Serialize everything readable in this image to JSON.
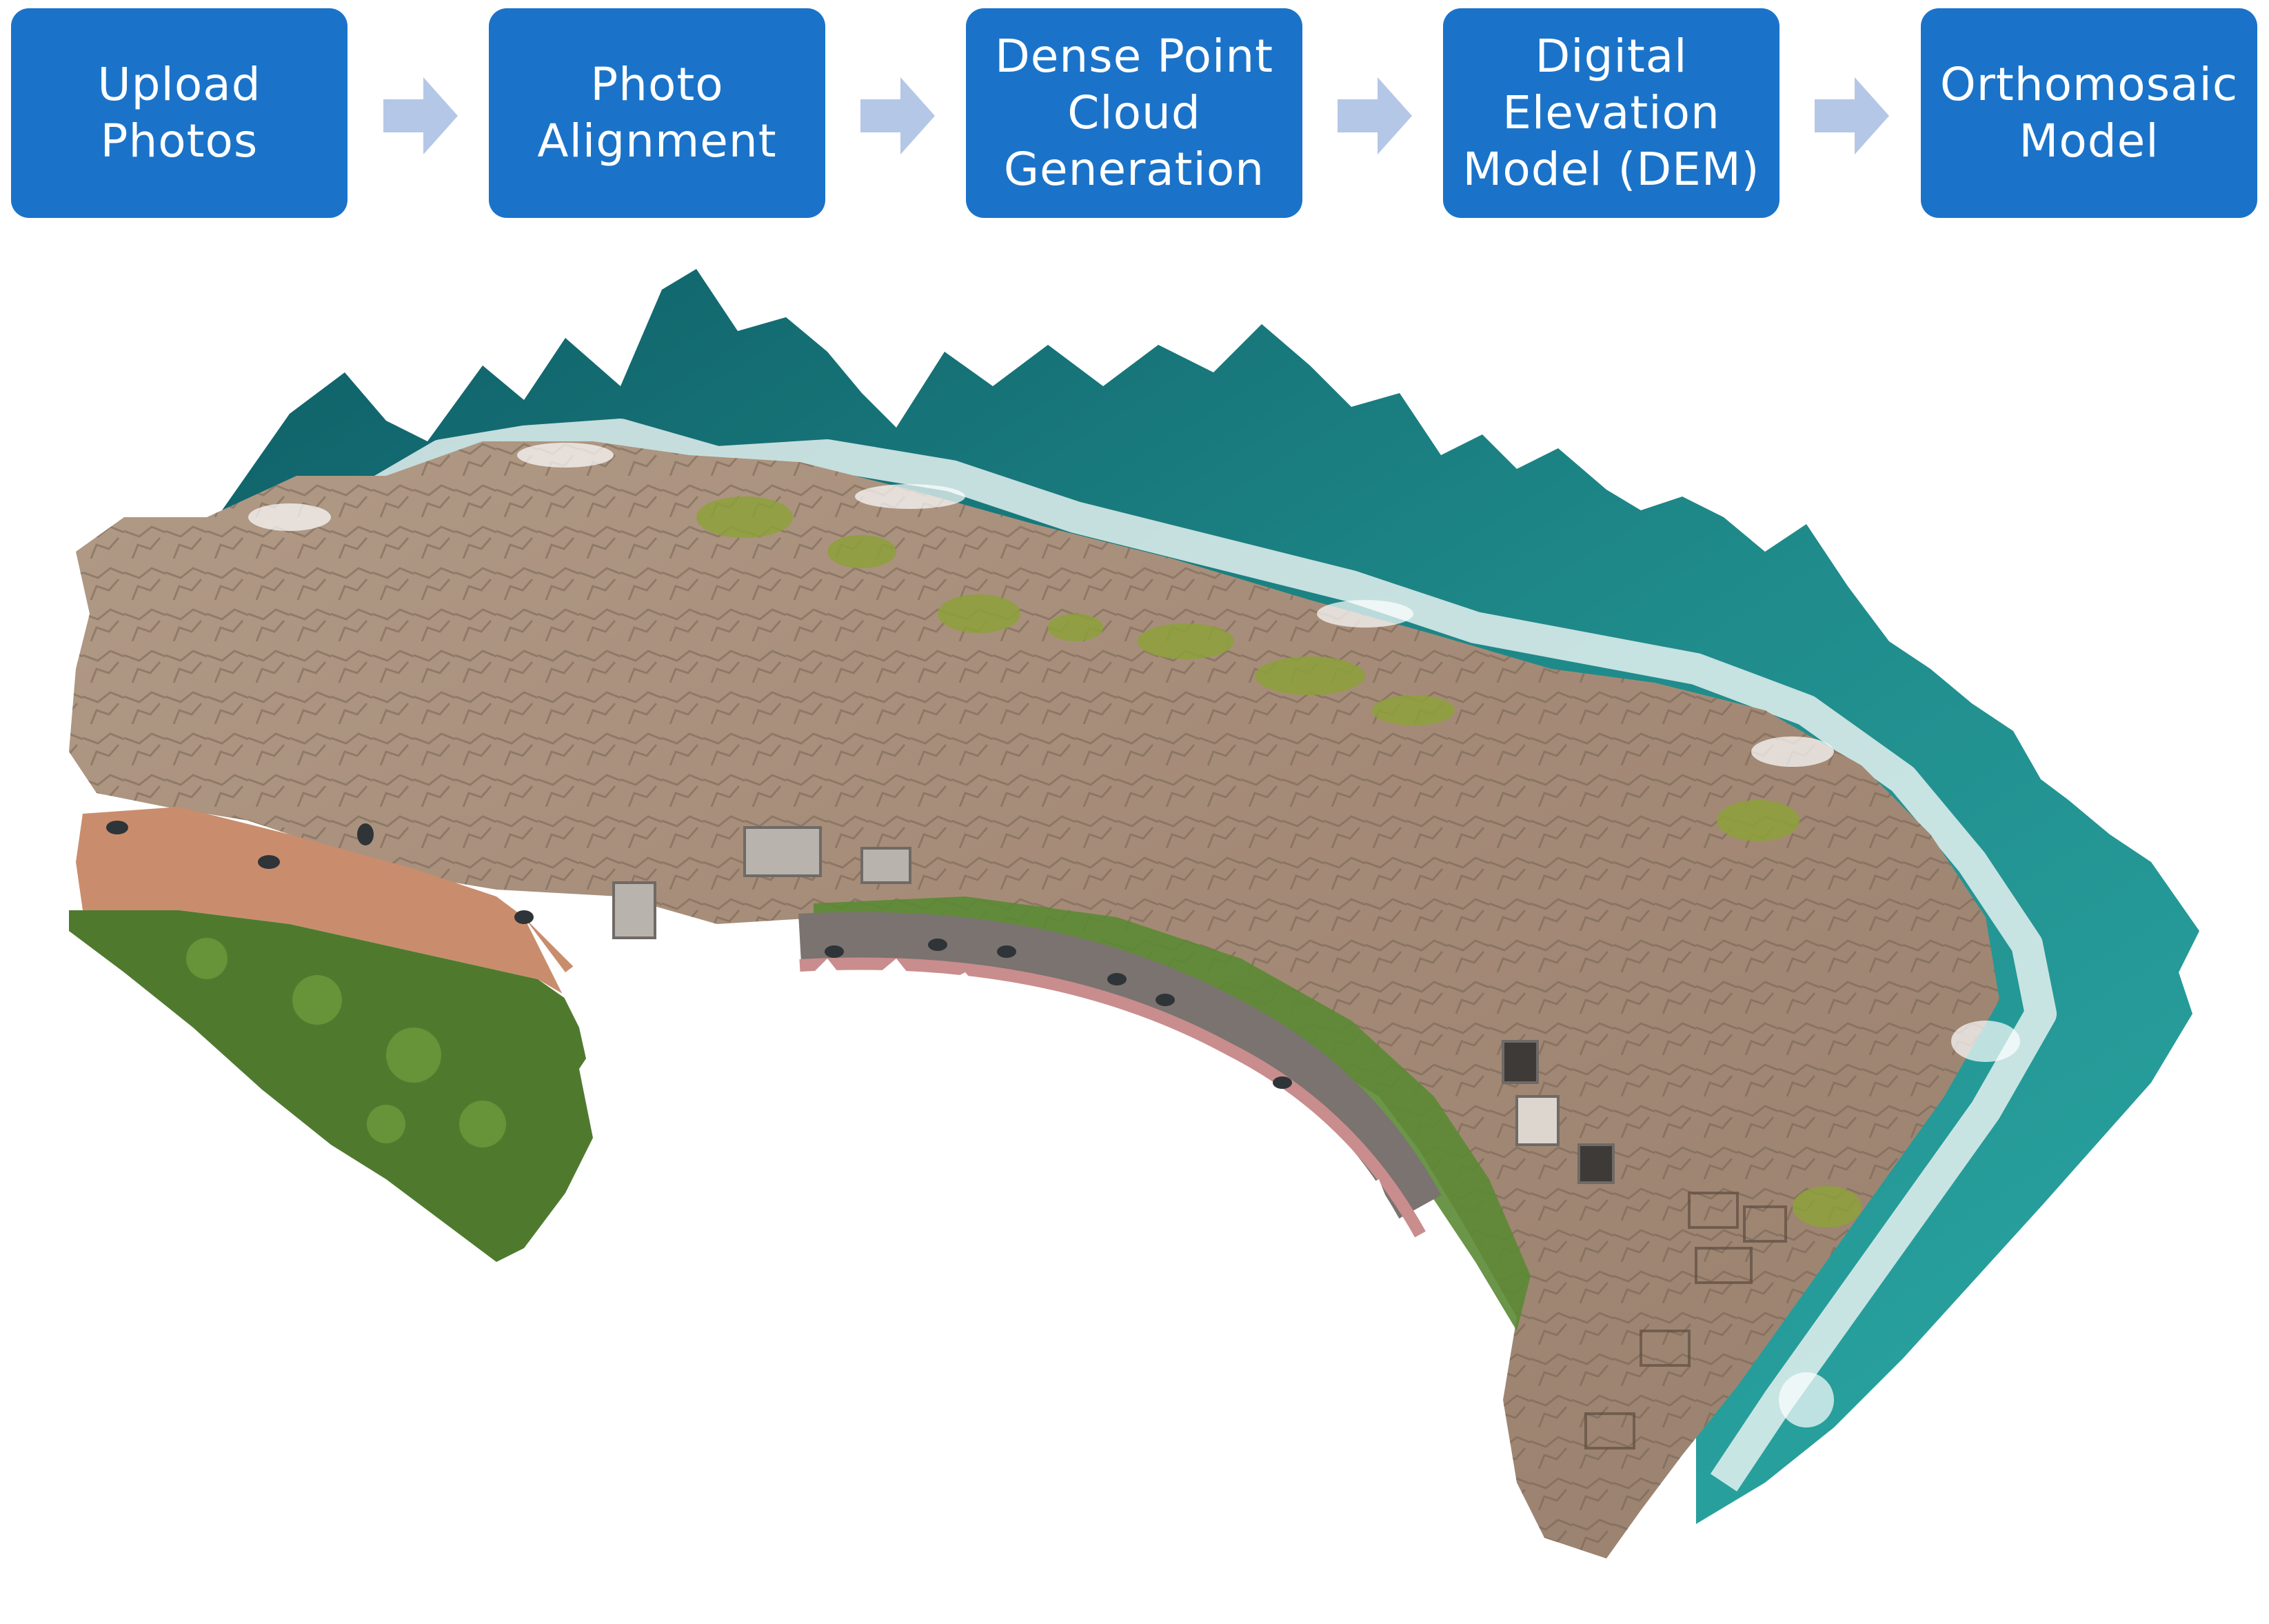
{
  "pipeline": {
    "steps": [
      {
        "label": "Upload\nPhotos"
      },
      {
        "label": "Photo\nAlignment"
      },
      {
        "label": "Dense Point\nCloud\nGeneration"
      },
      {
        "label": "Digital\nElevation\nModel (DEM)"
      },
      {
        "label": "Orthomosaic\nModel"
      }
    ],
    "arrow_icon": "right-arrow-icon",
    "step_color": "#1a73c9",
    "arrow_color": "#b4c7e7"
  },
  "orthomosaic": {
    "description_icon": "aerial-orthomosaic-image",
    "colors": {
      "sea_deep": "#0e5e66",
      "sea_shallow": "#2aa7a3",
      "surf": "#e4f1f0",
      "rock": "#a48a76",
      "rock_dark": "#6d5a4c",
      "vegetation": "#4f7a2e",
      "algae": "#8da13a",
      "sand_road": "#c98d6d",
      "road": "#7a7370"
    }
  }
}
